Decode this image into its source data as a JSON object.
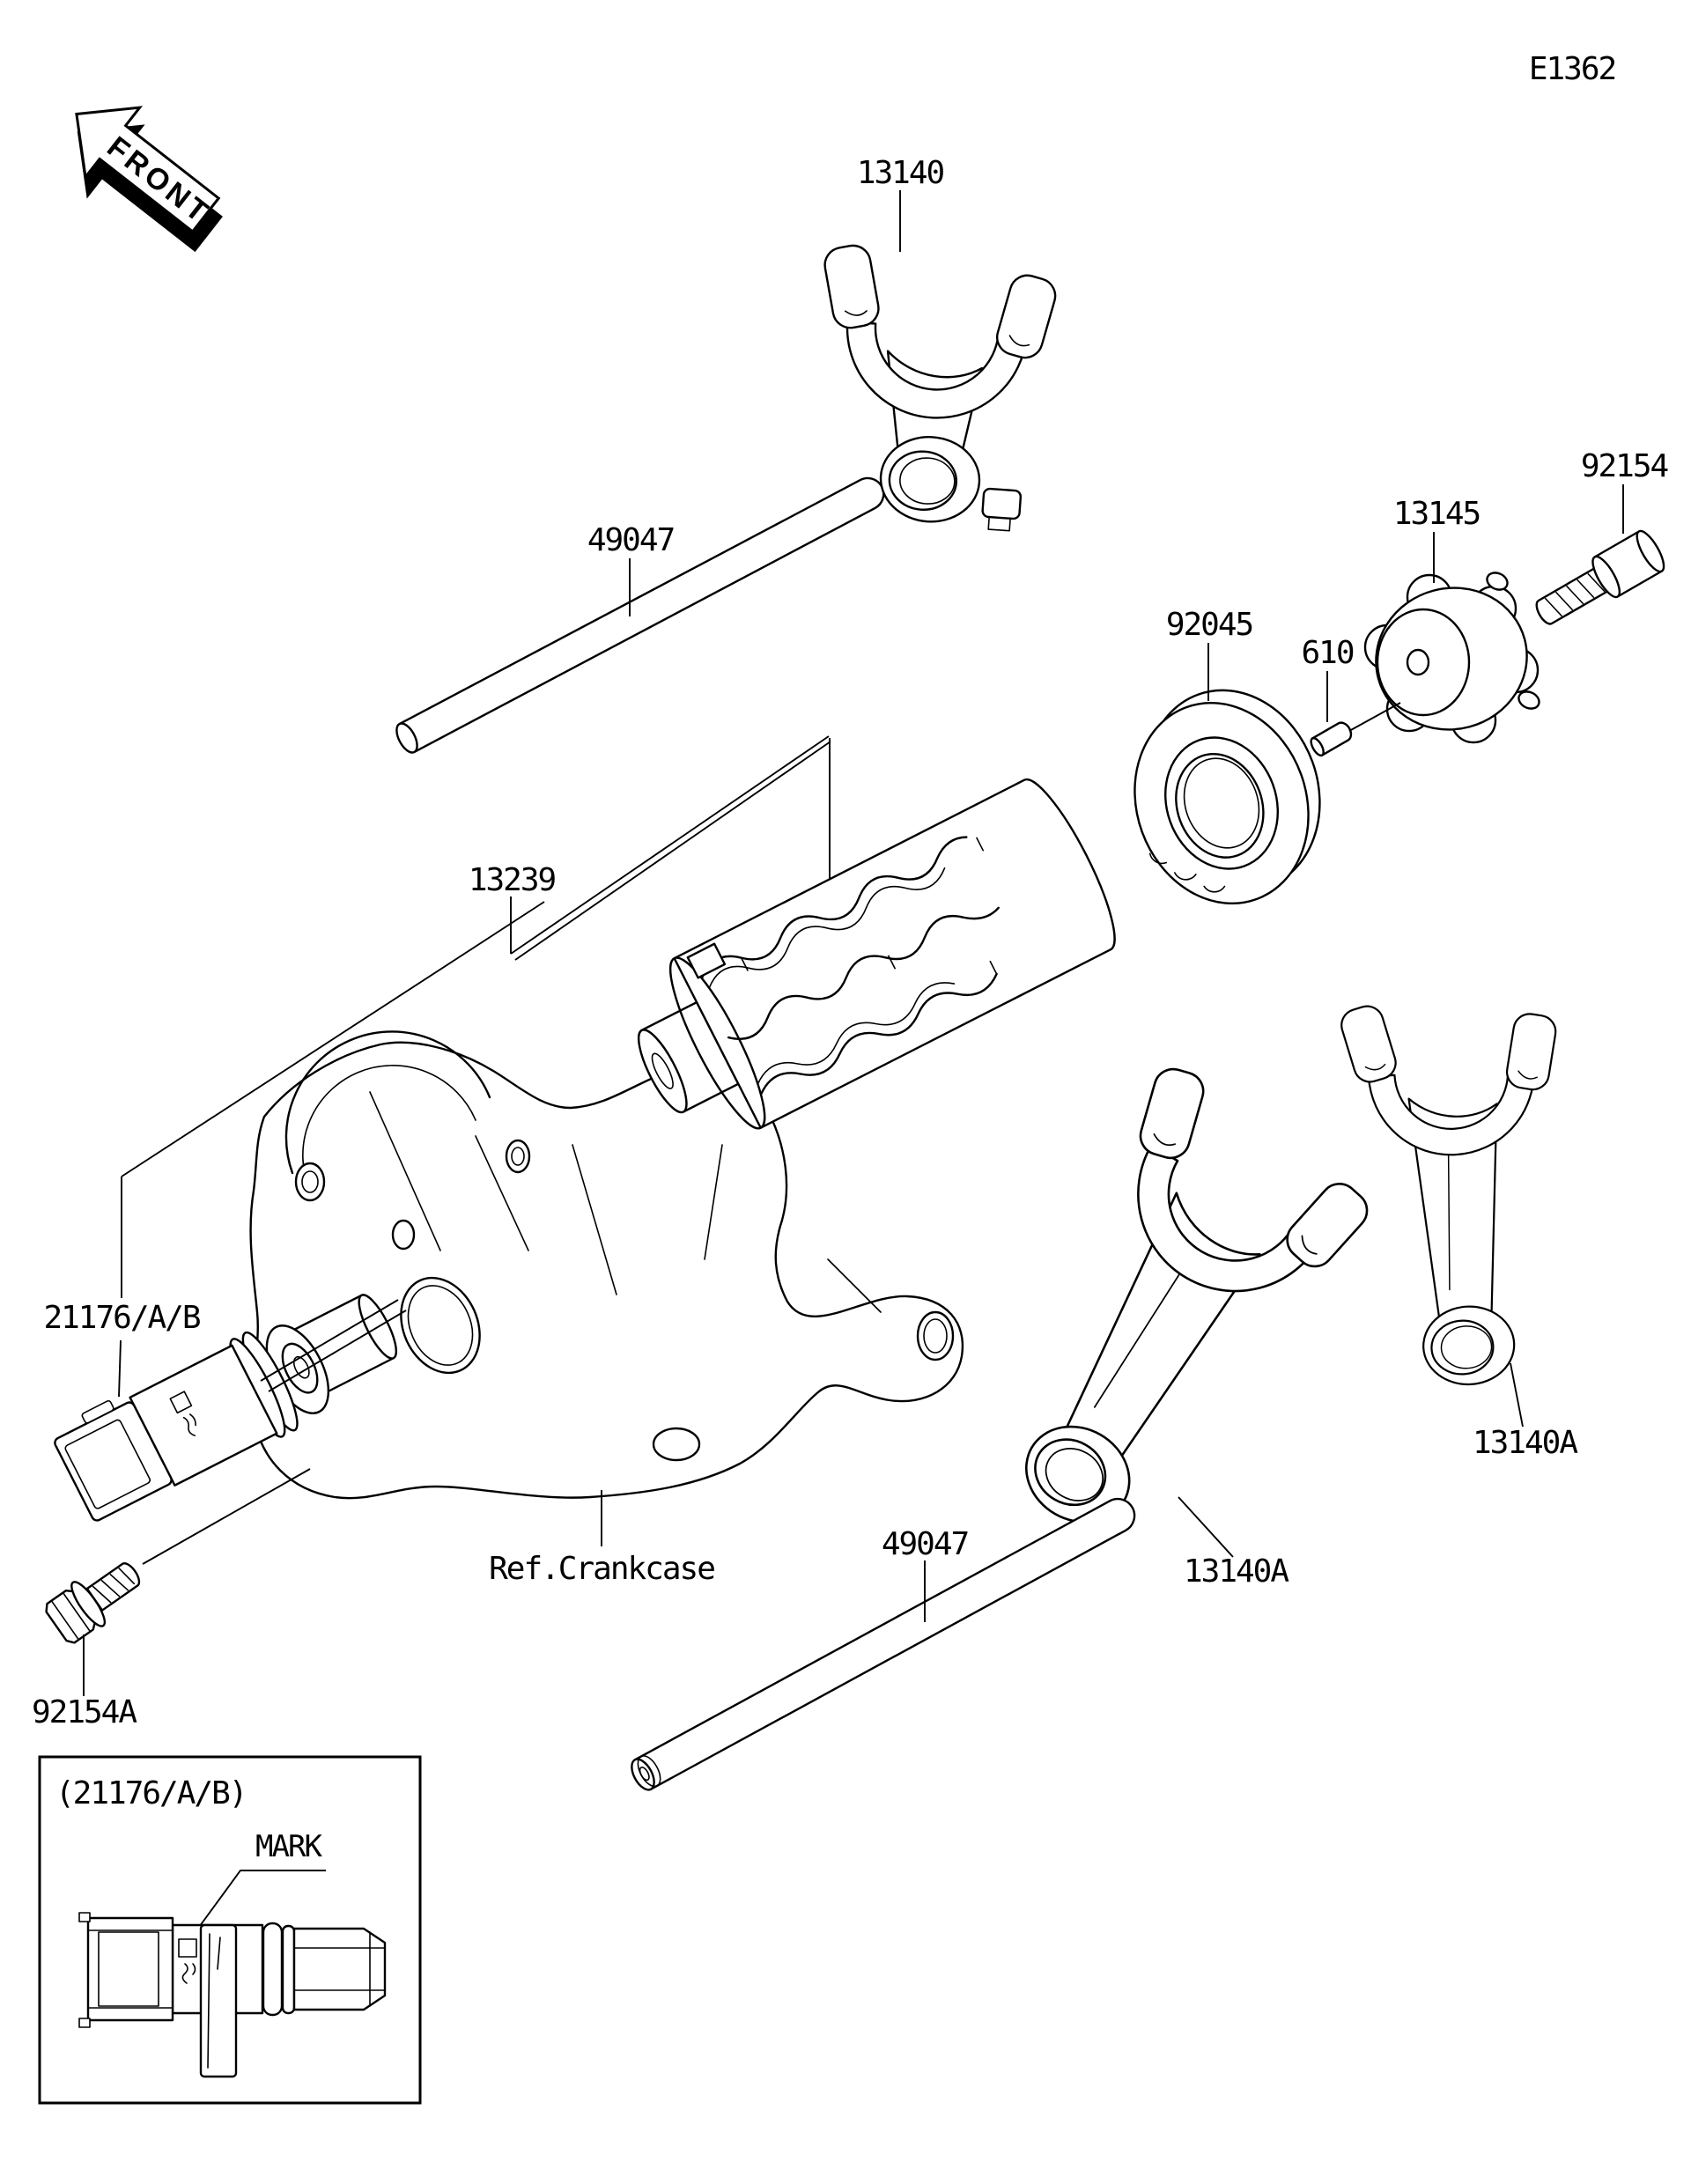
{
  "page": {
    "background": "#ffffff",
    "line_color": "#000000"
  },
  "diagram_code": "E1362",
  "front_marker": "FRONT",
  "callouts": {
    "fork_top": "13140",
    "rod_top": "49047",
    "bolt_top_right": "92154",
    "cam_holder": "13145",
    "bearing": "92045",
    "dowel_pin": "610",
    "shift_drum": "13239",
    "gear_position_sensor": "21176/A/B",
    "crankcase_ref": "Ref.Crankcase",
    "rod_bottom": "49047",
    "fork_middle": "13140A",
    "fork_right": "13140A",
    "bolt_bottom_left": "92154A"
  },
  "inset": {
    "title": "(21176/A/B)",
    "mark_label": "MARK"
  }
}
